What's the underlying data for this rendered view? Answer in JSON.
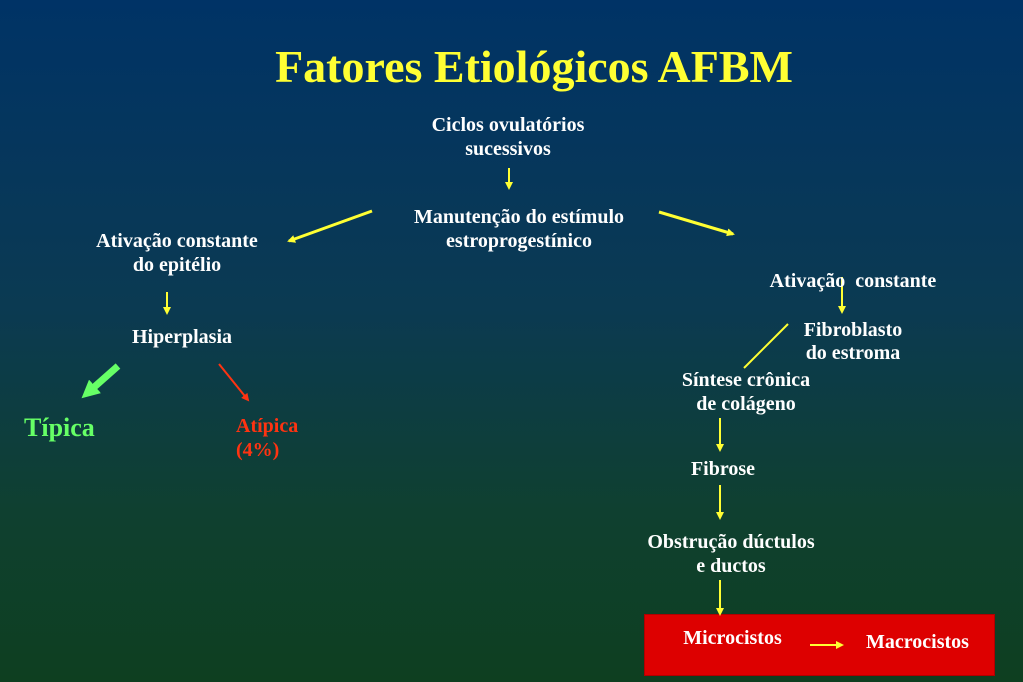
{
  "title": "Fatores Etiológicos AFBM",
  "nodes": {
    "ciclos": [
      "Ciclos ovulatórios",
      "sucessivos"
    ],
    "manutencao": [
      "Manutenção do estímulo",
      "estroprogestínico"
    ],
    "ativacao_epitelio": [
      "Ativação constante",
      "do epitélio"
    ],
    "ativacao_estroma": [
      "Ativação  constante",
      "do estroma"
    ],
    "hiperplasia": "Hiperplasia",
    "tipica": "Típica",
    "atipica": [
      "Atípica",
      "(4%)"
    ],
    "fibroblasto": "Fibroblasto",
    "sintese": [
      "Síntese crônica",
      "de colágeno"
    ],
    "fibrose": "Fibrose",
    "obstrucao": [
      "Obstrução dúctulos",
      "e ductos"
    ],
    "microcistos": "Microcistos",
    "macrocistos": "Macrocistos"
  },
  "colors": {
    "title": "#ffff33",
    "arrow": "#ffff33",
    "tipica": "#66ff66",
    "atipica": "#ff3311",
    "highlight_box": "#dd0000",
    "text": "#ffffff"
  }
}
